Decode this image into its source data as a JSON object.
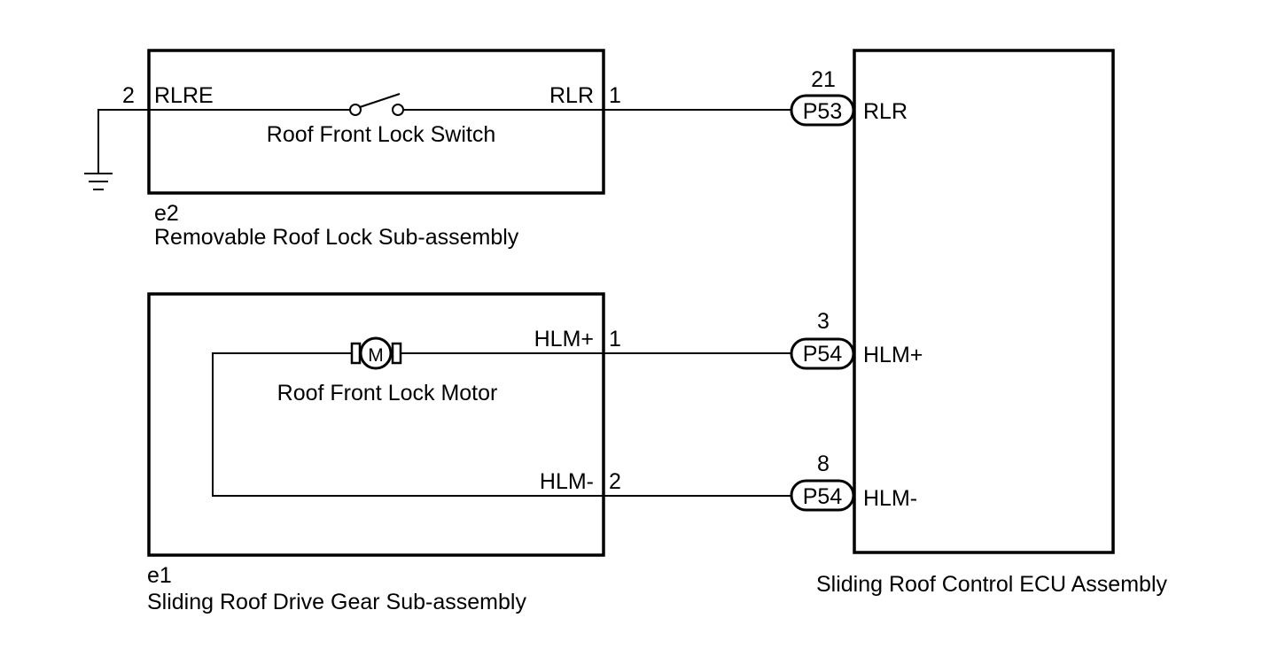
{
  "colors": {
    "line": "#000000",
    "background": "#ffffff"
  },
  "lock_assembly": {
    "code": "e2",
    "name": "Removable Roof Lock Sub-assembly",
    "switch_label": "Roof Front Lock Switch",
    "left_pin": "2",
    "left_terminal": "RLRE",
    "right_terminal": "RLR",
    "right_pin": "1",
    "ground_icon": "ground-symbol"
  },
  "drive_assembly": {
    "code": "e1",
    "name": "Sliding Roof Drive Gear Sub-assembly",
    "motor_label": "Roof Front Lock Motor",
    "motor_symbol": "M",
    "terminal_plus": "HLM+",
    "pin_plus": "1",
    "terminal_minus": "HLM-",
    "pin_minus": "2"
  },
  "ecu": {
    "name": "Sliding Roof Control ECU Assembly",
    "connectors": [
      {
        "pin": "21",
        "connector": "P53",
        "terminal": "RLR"
      },
      {
        "pin": "3",
        "connector": "P54",
        "terminal": "HLM+"
      },
      {
        "pin": "8",
        "connector": "P54",
        "terminal": "HLM-"
      }
    ]
  }
}
